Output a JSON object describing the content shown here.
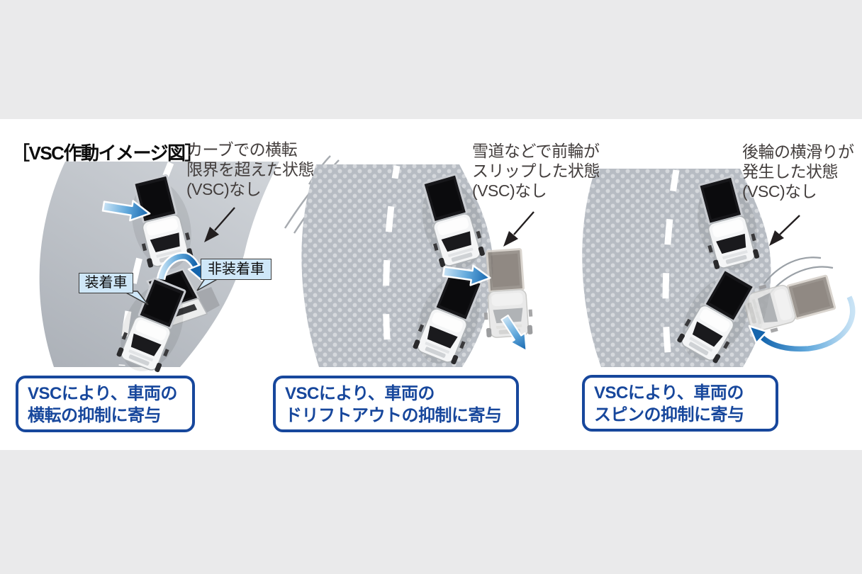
{
  "title": "［VSC作動イメージ図］",
  "panels": [
    {
      "name": "rollover",
      "caption_lines": [
        "カーブでの横転",
        "限界を超えた状態",
        "(VSC)なし"
      ],
      "vehicle_labels": {
        "equipped": "装着車",
        "non_equipped": "非装着車"
      },
      "result_lines": [
        "VSCにより、車両の",
        "横転の抑制に寄与"
      ],
      "icons": [
        "truck-icon",
        "tipping-truck-icon",
        "push-arrow-icon",
        "rollover-arrow-icon",
        "pointer-arrow-icon",
        "motion-lines-icon"
      ]
    },
    {
      "name": "drift-out",
      "caption_lines": [
        "雪道などで前輪が",
        "スリップした状態",
        "(VSC)なし"
      ],
      "result_lines": [
        "VSCにより、車両の",
        "ドリフトアウトの抑制に寄与"
      ],
      "icons": [
        "truck-icon",
        "ghost-truck-icon",
        "push-arrow-icon",
        "slide-arrow-icon",
        "pointer-arrow-icon"
      ]
    },
    {
      "name": "spin",
      "caption_lines": [
        "後輪の横滑りが",
        "発生した状態",
        "(VSC)なし"
      ],
      "result_lines": [
        "VSCにより、車両の",
        "スピンの抑制に寄与"
      ],
      "icons": [
        "truck-icon",
        "spun-truck-icon",
        "spin-arrow-icon",
        "pointer-arrow-icon",
        "motion-lines-icon"
      ]
    }
  ],
  "colors": {
    "background_band": "#eaeaeb",
    "canvas": "#ffffff",
    "result_box_blue": "#17479c",
    "vehicle_label_bg": "#cfe7f8",
    "vehicle_label_border": "#3a3a3a",
    "arrow_blue_dark": "#1565ad",
    "arrow_blue_light": "#c9e3f5",
    "road_gray": "#b7bcc3",
    "road_dot_gray": "#d5d8dc",
    "road_line_white": "#ffffff",
    "caption_text": "#433e3d",
    "pointer_arrow_black": "#231f20"
  }
}
